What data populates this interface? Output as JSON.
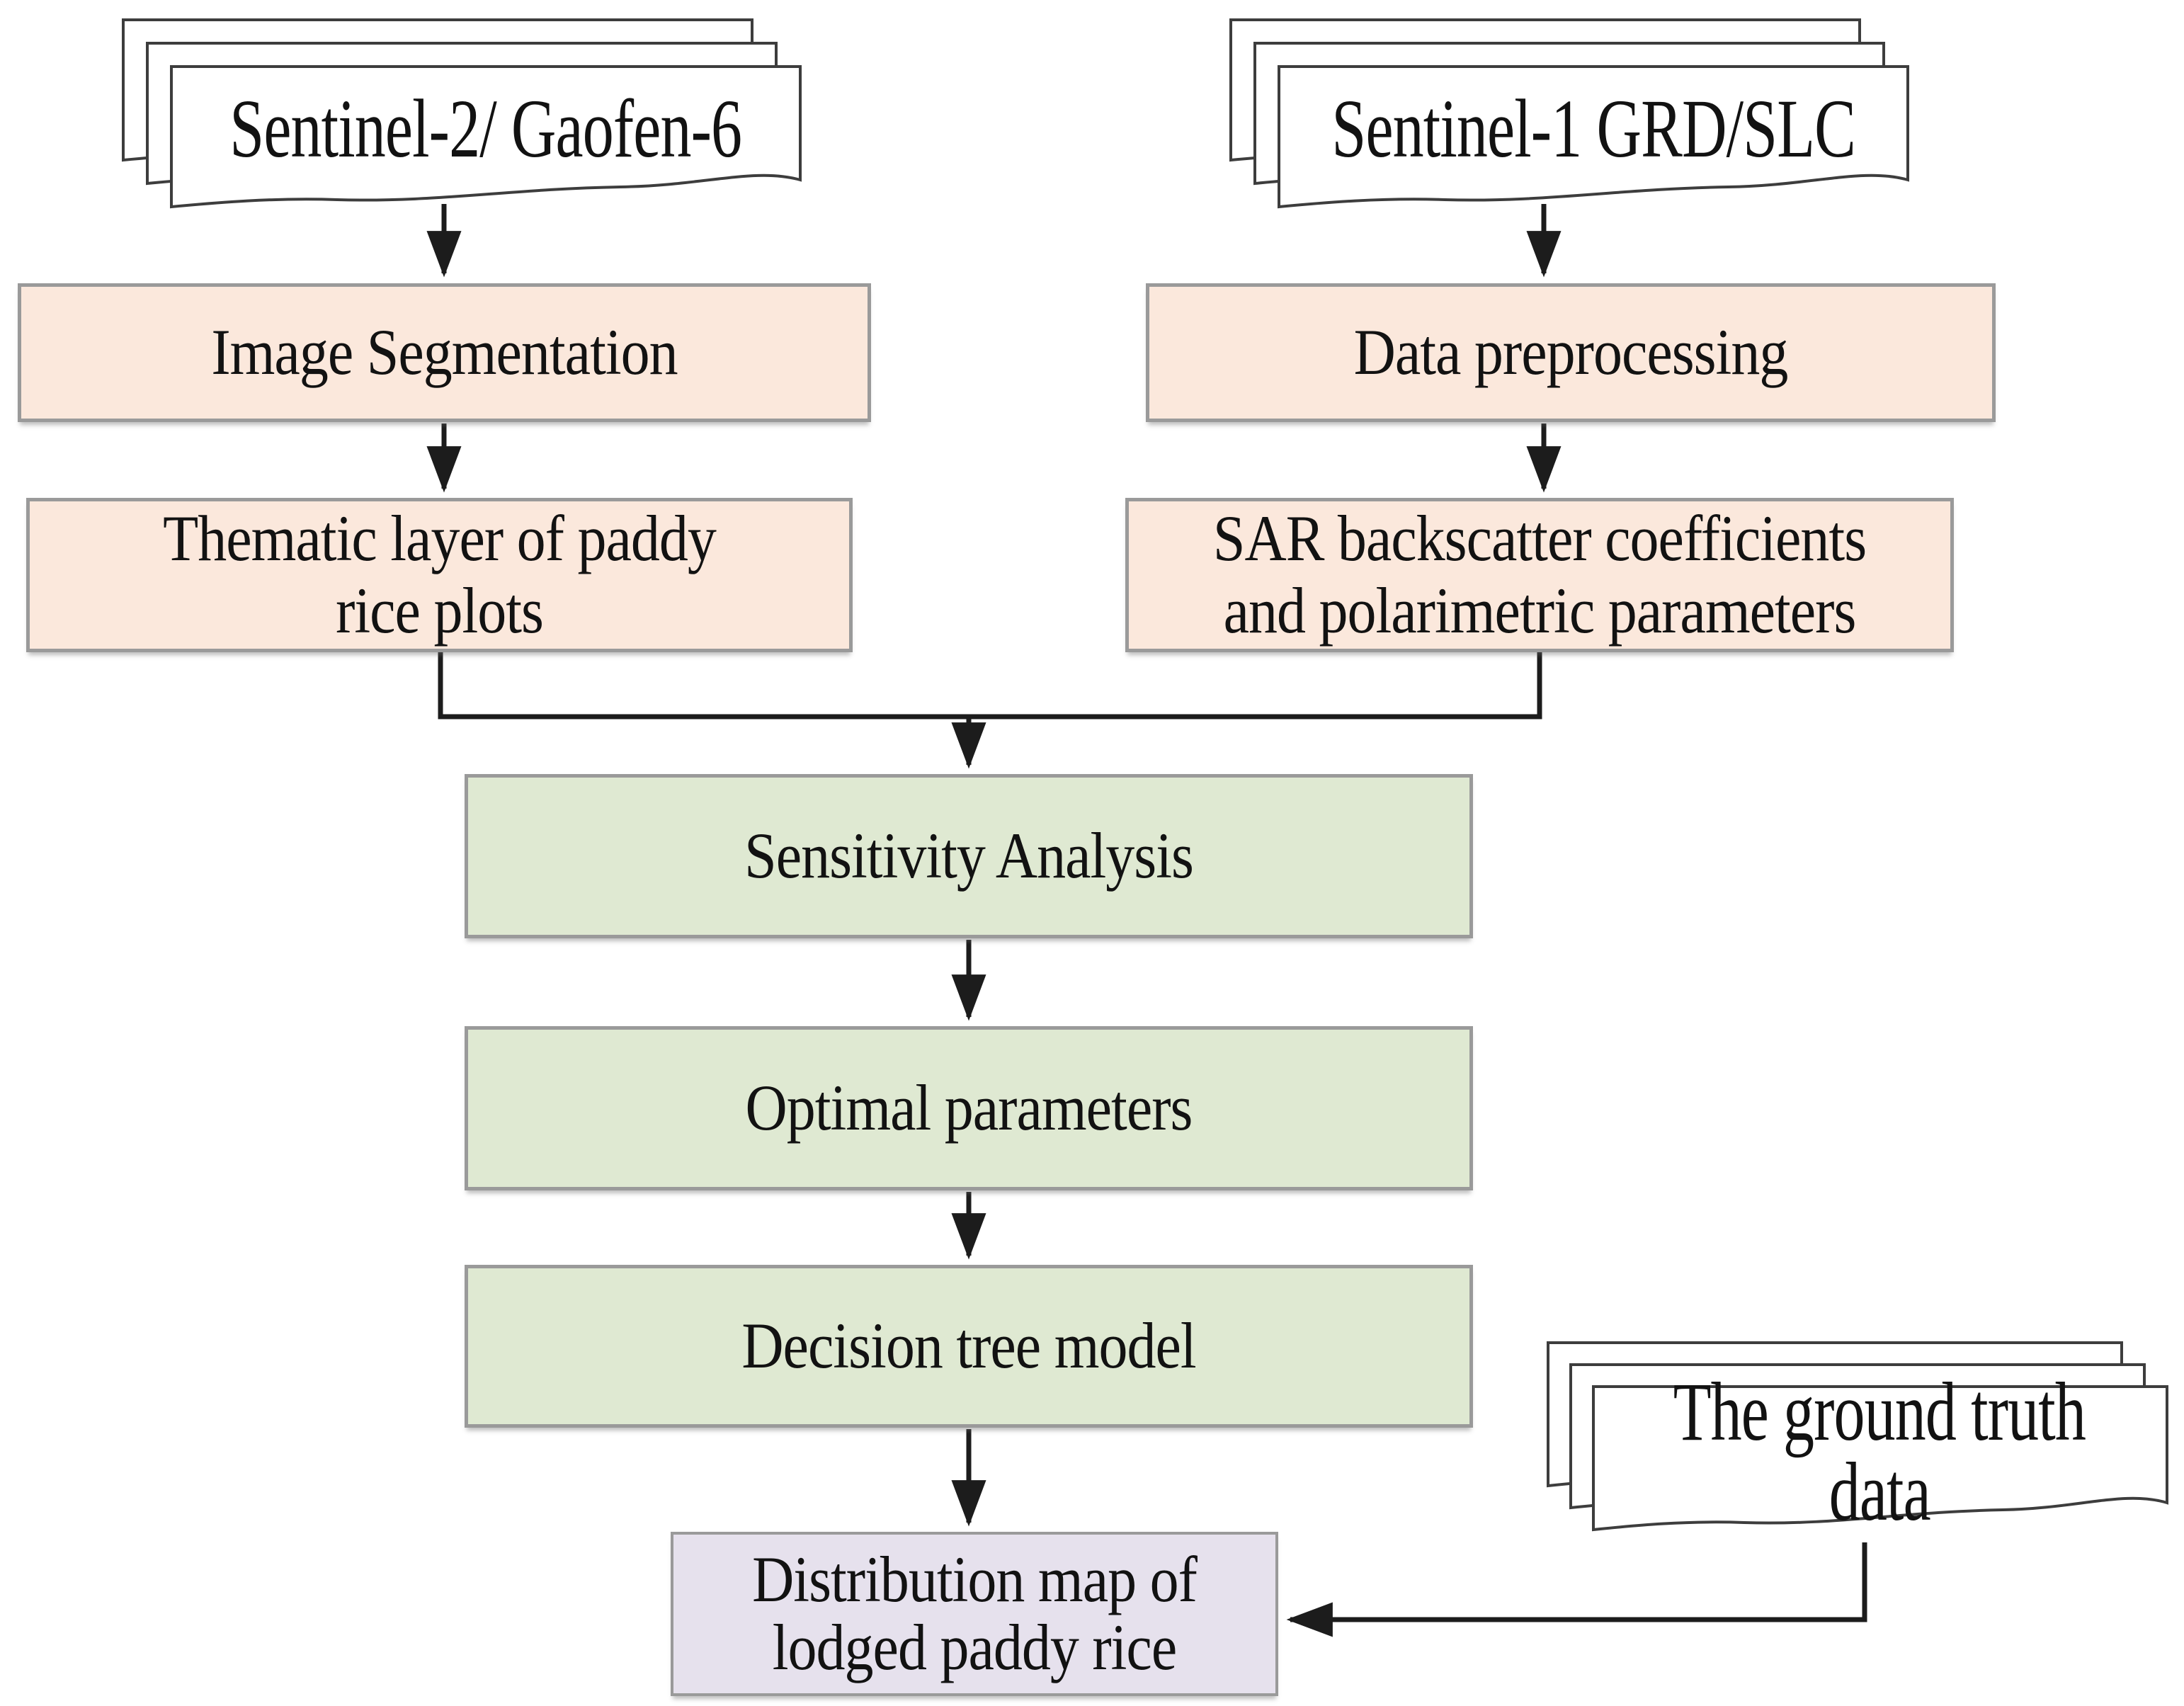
{
  "diagram_type": "flowchart",
  "colors": {
    "input_box": "#fbe8dc",
    "process_box": "#dfe9d2",
    "output_box": "#e6e1ed",
    "connector_line": "#1c1c1c",
    "box_border": "#9a9a9a"
  },
  "nodes": {
    "sentinel2_gaofen6": {
      "shape": "document-stack",
      "lines": [
        "Sentinel-2/ Gaofen-6"
      ]
    },
    "sentinel1_grd_slc": {
      "shape": "document-stack",
      "lines": [
        "Sentinel-1 GRD/SLC"
      ]
    },
    "image_segmentation": {
      "shape": "process",
      "lines": [
        "Image Segmentation"
      ]
    },
    "data_preprocessing": {
      "shape": "process",
      "lines": [
        "Data preprocessing"
      ]
    },
    "thematic_layer": {
      "shape": "process",
      "lines": [
        "Thematic layer of paddy",
        "rice plots"
      ]
    },
    "sar_backscatter": {
      "shape": "process",
      "lines": [
        "SAR backscatter coefficients",
        "and polarimetric parameters"
      ]
    },
    "sensitivity_analysis": {
      "shape": "process",
      "lines": [
        "Sensitivity Analysis"
      ]
    },
    "optimal_parameters": {
      "shape": "process",
      "lines": [
        "Optimal parameters"
      ]
    },
    "decision_tree_model": {
      "shape": "process",
      "lines": [
        "Decision tree model"
      ]
    },
    "distribution_map": {
      "shape": "output",
      "lines": [
        "Distribution map of",
        "lodged paddy rice"
      ]
    },
    "ground_truth": {
      "shape": "document-stack",
      "lines": [
        "The ground truth",
        "data"
      ]
    }
  },
  "edges": [
    "sentinel2_gaofen6 -> image_segmentation",
    "sentinel1_grd_slc -> data_preprocessing",
    "image_segmentation -> thematic_layer",
    "data_preprocessing -> sar_backscatter",
    "thematic_layer + sar_backscatter -> sensitivity_analysis",
    "sensitivity_analysis -> optimal_parameters",
    "optimal_parameters -> decision_tree_model",
    "decision_tree_model -> distribution_map",
    "ground_truth -> distribution_map"
  ]
}
